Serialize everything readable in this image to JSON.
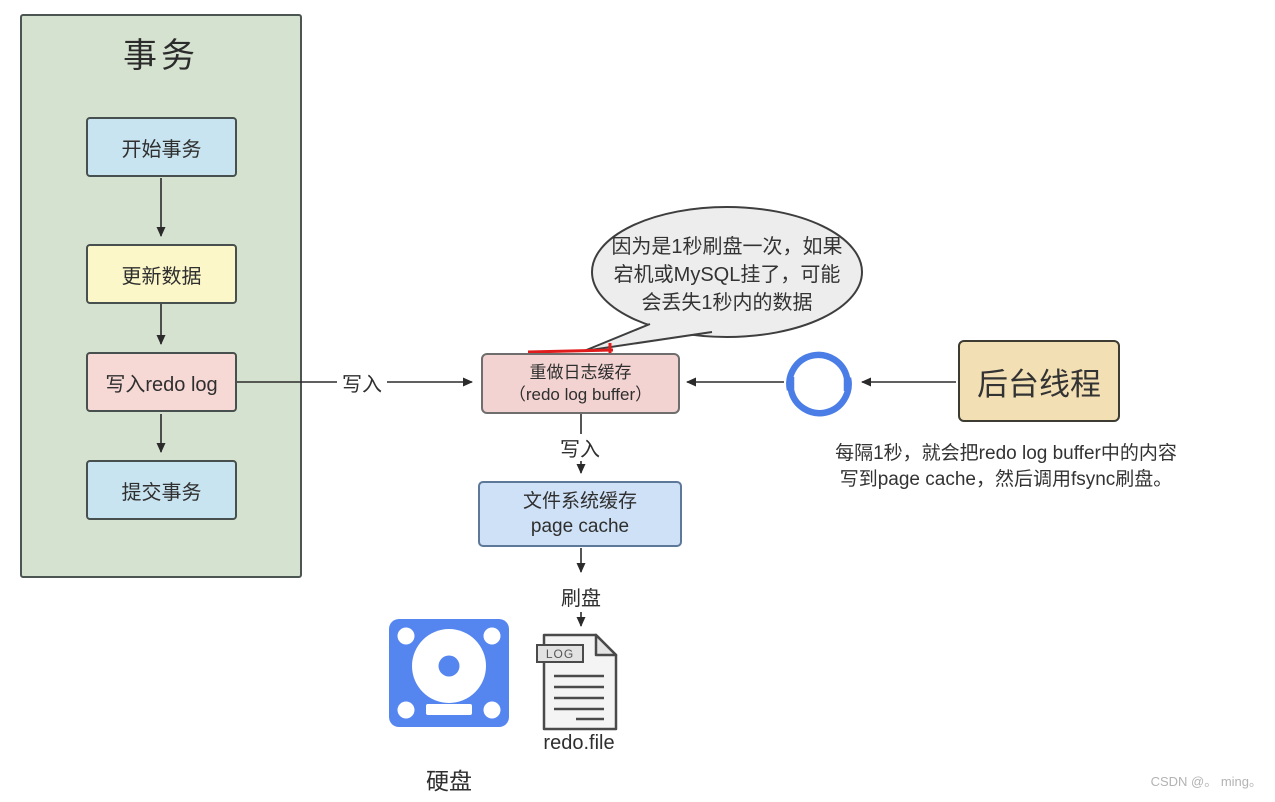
{
  "transaction_panel": {
    "title": "事务",
    "steps": [
      {
        "label": "开始事务"
      },
      {
        "label": "更新数据"
      },
      {
        "label": "写入redo log"
      },
      {
        "label": "提交事务"
      }
    ]
  },
  "boxes": {
    "redo_log_buffer": {
      "line1": "重做日志缓存",
      "line2": "（redo log buffer）"
    },
    "page_cache": {
      "line1": "文件系统缓存",
      "line2": "page cache"
    },
    "background_thread": {
      "label": "后台线程"
    }
  },
  "arrow_labels": {
    "write_to_buffer": "写入",
    "write_to_page_cache": "写入",
    "flush_disk": "刷盘"
  },
  "speech_bubble": {
    "lines": [
      "因为是1秒刷盘一次，如果",
      "宕机或MySQL挂了，可能",
      "会丢失1秒内的数据"
    ]
  },
  "background_thread_note": {
    "line1": "每隔1秒，就会把redo log buffer中的内容",
    "line2": "写到page cache，然后调用fsync刷盘。"
  },
  "icons": {
    "refresh": "refresh-loop-icon",
    "hard_disk": "hard-disk-icon",
    "log_file": "log-file-icon",
    "log_badge": "LOG"
  },
  "captions": {
    "hard_disk": "硬盘",
    "redo_file": "redo.file"
  },
  "watermark": "CSDN @。 ming。",
  "colors": {
    "panel_green": "#d6e2d0",
    "step_blue": "#c9e4f1",
    "step_yellow": "#fbf7c9",
    "step_pink": "#f6d8d5",
    "buffer_pink": "#f2d3d1",
    "page_cache_blue": "#cfe1f6",
    "thread_wheat": "#f2dfb4",
    "disk_blue": "#5586ef",
    "refresh_blue": "#4a7de5",
    "annotation_red": "#e01b1b",
    "bubble_gray": "#ededed",
    "arrow_dark": "#2b2b2b"
  }
}
